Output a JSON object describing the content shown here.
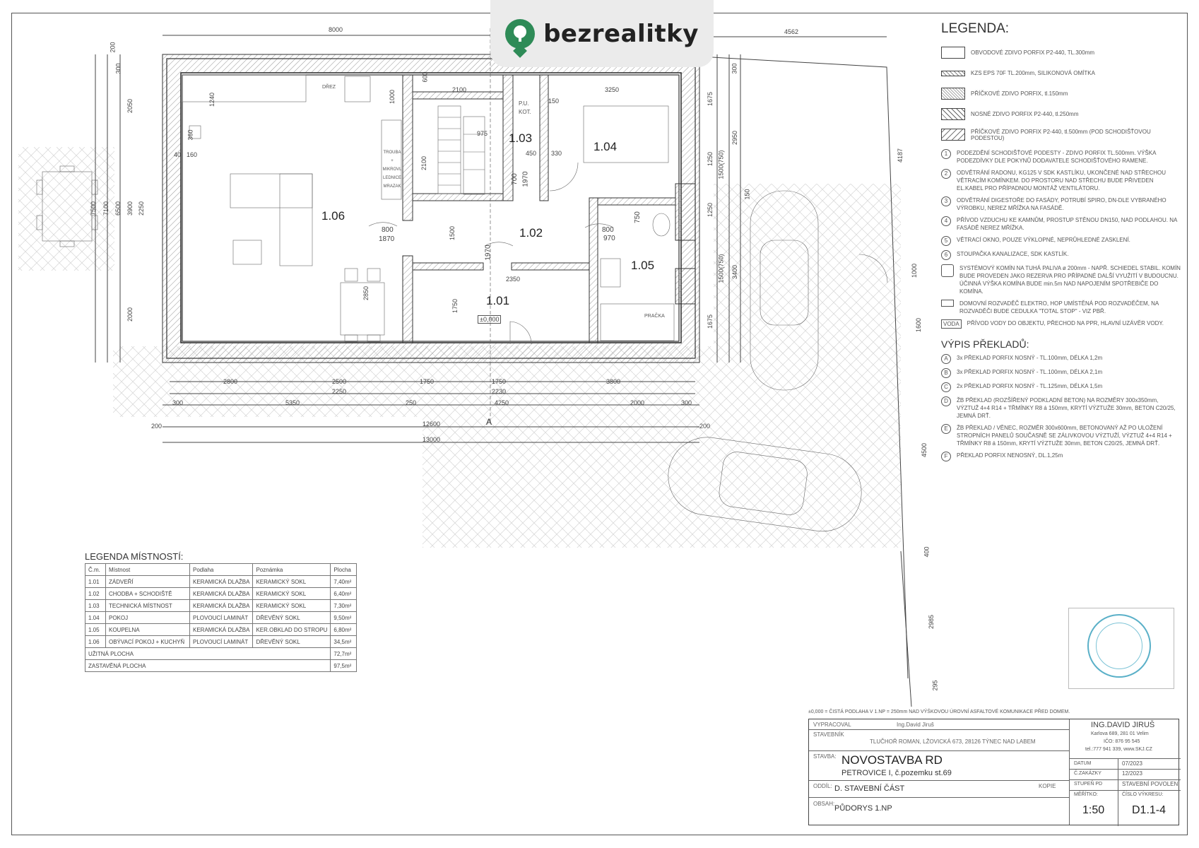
{
  "logo": {
    "icon": "key-pin-icon",
    "brand": "bezrealitky",
    "color": "#2e8b57"
  },
  "legend": {
    "title": "LEGENDA:",
    "materials": [
      "OBVODOVÉ ZDIVO PORFIX P2-440, TL.300mm",
      "KZS EPS 70F TL.200mm, SILIKONOVÁ OMÍTKA",
      "PŘÍČKOVÉ ZDIVO PORFIX, tl.150mm",
      "NOSNÉ ZDIVO PORFIX P2-440, tl.250mm",
      "PŘÍČKOVÉ ZDIVO PORFIX P2-440, tl.500mm (POD SCHODIŠŤOVOU PODESTOU)"
    ],
    "notes": [
      {
        "n": "1",
        "text": "PODEZDĚNÍ SCHODIŠŤOVÉ PODESTY - ZDIVO PORFIX TL.500mm. VÝŠKA PODEZDÍVKY DLE POKYNŮ DODAVATELE SCHODIŠŤOVÉHO RAMENE."
      },
      {
        "n": "2",
        "text": "ODVĚTRÁNÍ RADONU, KG125 V SDK KASTLÍKU, UKONČENÉ NAD STŘECHOU VĚTRACÍM KOMÍNKEM. DO PROSTORU NAD STŘECHU BUDE PŘIVEDEN EL.KABEL PRO PŘÍPADNOU MONTÁŽ VENTILÁTORU."
      },
      {
        "n": "3",
        "text": "ODVĚTRÁNÍ DIGESTOŘE DO FASÁDY, POTRUBÍ SPIRO, DN-DLE VYBRANÉHO VÝROBKU, NEREZ MŘÍŽKA NA FASÁDĚ."
      },
      {
        "n": "4",
        "text": "PŘÍVOD VZDUCHU KE KAMNŮM, PROSTUP STĚNOU DN150, NAD PODLAHOU. NA FASÁDĚ NEREZ MŘÍŽKA."
      },
      {
        "n": "5",
        "text": "VĚTRACÍ OKNO, POUZE VÝKLOPNÉ, NEPRŮHLEDNÉ ZASKLENÍ."
      },
      {
        "n": "6",
        "text": "STOUPAČKA KANALIZACE, SDK KASTLÍK."
      }
    ],
    "chimney": "SYSTÉMOVÝ KOMÍN NA TUHÁ PALIVA ø 200mm - NAPŘ. SCHIEDEL STABIL. KOMÍN BUDE PROVEDEN JAKO REZERVA PRO PŘÍPADNÉ DALŠÍ VYUŽITÍ V BUDOUCNU. ÚČINNÁ VÝŠKA KOMÍNA BUDE min.5m NAD NAPOJENÍM SPOTŘEBIČE DO KOMÍNA.",
    "electric": "DOMOVNÍ ROZVADĚČ ELEKTRO, HOP UMÍSTĚNÁ POD ROZVADĚČEM, NA ROZVADĚČI BUDE CEDULKA \"TOTAL STOP\" - VIZ PBŘ.",
    "water_tag": "VODA",
    "water": "PŘÍVOD VODY DO OBJEKTU, PŘECHOD NA PPR, HLAVNÍ UZÁVĚR VODY."
  },
  "lintels": {
    "title": "VÝPIS PŘEKLADŮ:",
    "items": [
      {
        "n": "A",
        "text": "3x PŘEKLAD PORFIX NOSNÝ - TL.100mm, DÉLKA 1,2m"
      },
      {
        "n": "B",
        "text": "3x PŘEKLAD PORFIX NOSNÝ - TL.100mm, DÉLKA 2,1m"
      },
      {
        "n": "C",
        "text": "2x PŘEKLAD PORFIX NOSNÝ - TL.125mm, DÉLKA 1,5m"
      },
      {
        "n": "D",
        "text": "ŽB PŘEKLAD (ROZŠÍŘENÝ PODKLADNÍ BETON) NA ROZMĚRY 300x350mm, VÝZTUŽ 4+4 R14 + TŘMÍNKY R8 á 150mm, KRYTÍ VÝZTUŽE 30mm, BETON C20/25, JEMNÁ DRŤ."
      },
      {
        "n": "E",
        "text": "ŽB PŘEKLAD / VĚNEC, ROZMĚR 300x600mm, BETONOVANÝ AŽ PO ULOŽENÍ STROPNÍCH PANELŮ SOUČASNĚ SE ZÁLIVKOVOU VÝZTUŽÍ, VÝZTUŽ 4+4 R14 + TŘMÍNKY R8 á 150mm, KRYTÍ VÝZTUŽE 30mm, BETON C20/25, JEMNÁ DRŤ."
      },
      {
        "n": "F",
        "text": "PŘEKLAD PORFIX NENOSNÝ, DL.1,25m"
      }
    ]
  },
  "rooms_plan": {
    "r101": "1.01",
    "r102": "1.02",
    "r103": "1.03",
    "r104": "1.04",
    "r105": "1.05",
    "r106": "1.06",
    "level": "±0,000",
    "section": "A"
  },
  "fixtures": {
    "sink": "DŘEZ",
    "fridge_lines": [
      "TROUBA",
      "+",
      "MIKROVL",
      "LEDNICE",
      "MRAZAK"
    ],
    "ppu": "P.U.",
    "kot": "KOT.",
    "washer": "PRAČKA"
  },
  "dimensions": {
    "top": [
      "8000",
      "4562",
      "2100",
      "3250",
      "1240"
    ],
    "bottom1": [
      "2800",
      "2500",
      "1750",
      "1750",
      "3800"
    ],
    "bottom2": [
      "2250",
      "2230"
    ],
    "bottom3": [
      "300",
      "5350",
      "250",
      "4250",
      "2000",
      "300"
    ],
    "total1": "12600",
    "total2": "13000",
    "offset": "200",
    "left": [
      "7500",
      "7100",
      "6500",
      "3900",
      "2250",
      "2050",
      "2000",
      "200",
      "300"
    ],
    "right": [
      "1675",
      "2950",
      "1250",
      "1500(750)",
      "3400",
      "1250",
      "1500(750)",
      "1675",
      "150",
      "300"
    ],
    "plot": [
      "4187",
      "1000",
      "1600",
      "4500",
      "400",
      "2985",
      "295"
    ],
    "doors": [
      "800",
      "1970",
      "1870",
      "750",
      "800",
      "970",
      "700",
      "1970",
      "1500",
      "2350",
      "1750",
      "2850",
      "975",
      "450",
      "330",
      "2100",
      "160",
      "150",
      "1000",
      "600",
      "360",
      "40"
    ]
  },
  "room_table": {
    "title": "LEGENDA MÍSTNOSTÍ:",
    "headers": [
      "Č.m.",
      "Místnost",
      "Podlaha",
      "Poznámka",
      "Plocha"
    ],
    "rows": [
      [
        "1.01",
        "ZÁDVEŘÍ",
        "KERAMICKÁ DLAŽBA",
        "KERAMICKÝ SOKL",
        "7,40m²"
      ],
      [
        "1.02",
        "CHODBA + SCHODIŠTĚ",
        "KERAMICKÁ DLAŽBA",
        "KERAMICKÝ SOKL",
        "6,40m²"
      ],
      [
        "1.03",
        "TECHNICKÁ MÍSTNOST",
        "KERAMICKÁ DLAŽBA",
        "KERAMICKÝ SOKL",
        "7,30m²"
      ],
      [
        "1.04",
        "POKOJ",
        "PLOVOUCÍ LAMINÁT",
        "DŘEVĚNÝ SOKL",
        "9,50m²"
      ],
      [
        "1.05",
        "KOUPELNA",
        "KERAMICKÁ DLAŽBA",
        "KER.OBKLAD DO STROPU",
        "6,80m²"
      ],
      [
        "1.06",
        "OBÝVACÍ POKOJ + KUCHYŇ",
        "PLOVOUCÍ LAMINÁT",
        "DŘEVĚNÝ SOKL",
        "34,5m²"
      ]
    ],
    "usable_label": "UŽITNÁ PLOCHA",
    "usable": "72,7m²",
    "built_label": "ZASTAVĚNÁ PLOCHA",
    "built": "97,5m²"
  },
  "note_top": "±0,000 = ČISTÁ PODLAHA V 1.NP = 250mm NAD VÝŠKOVOU ÚROVNÍ ASFALTOVÉ KOMUNIKACE PŘED DOMEM.",
  "title_block": {
    "prepared_label": "VYPRACOVAL",
    "prepared": "Ing.David Jiruš",
    "investor_label": "STAVEBNÍK",
    "investor": "TLUČHOŘ ROMAN, LŽOVICKÁ 673, 28126 TÝNEC NAD LABEM",
    "build_label": "STAVBA:",
    "build": "NOVOSTAVBA RD",
    "build_sub": "PETROVICE I, č.pozemku st.69",
    "part_label": "ODDÍL:",
    "part": "D. STAVEBNÍ ČÁST",
    "copy_label": "KOPIE",
    "content_label": "OBSAH:",
    "content": "PŮDORYS 1.NP",
    "firm": "ING.DAVID JIRUŠ",
    "firm_addr": "Karlova 689, 281 01 Velim",
    "firm_ico": "IČO: 876 95 545",
    "firm_tel": "tel.:777 941 339, www.SKJ.CZ",
    "date_label": "DATUM",
    "date": "07/2023",
    "order_label": "Č.ZAKÁZKY",
    "order": "12/2023",
    "stage_label": "STUPEŇ PD",
    "stage": "STAVEBNÍ POVOLENÍ",
    "scale_label": "MĚŘÍTKO:",
    "scale": "1:50",
    "drawing_label": "ČÍSLO VÝKRESU:",
    "drawing": "D1.1-4"
  }
}
